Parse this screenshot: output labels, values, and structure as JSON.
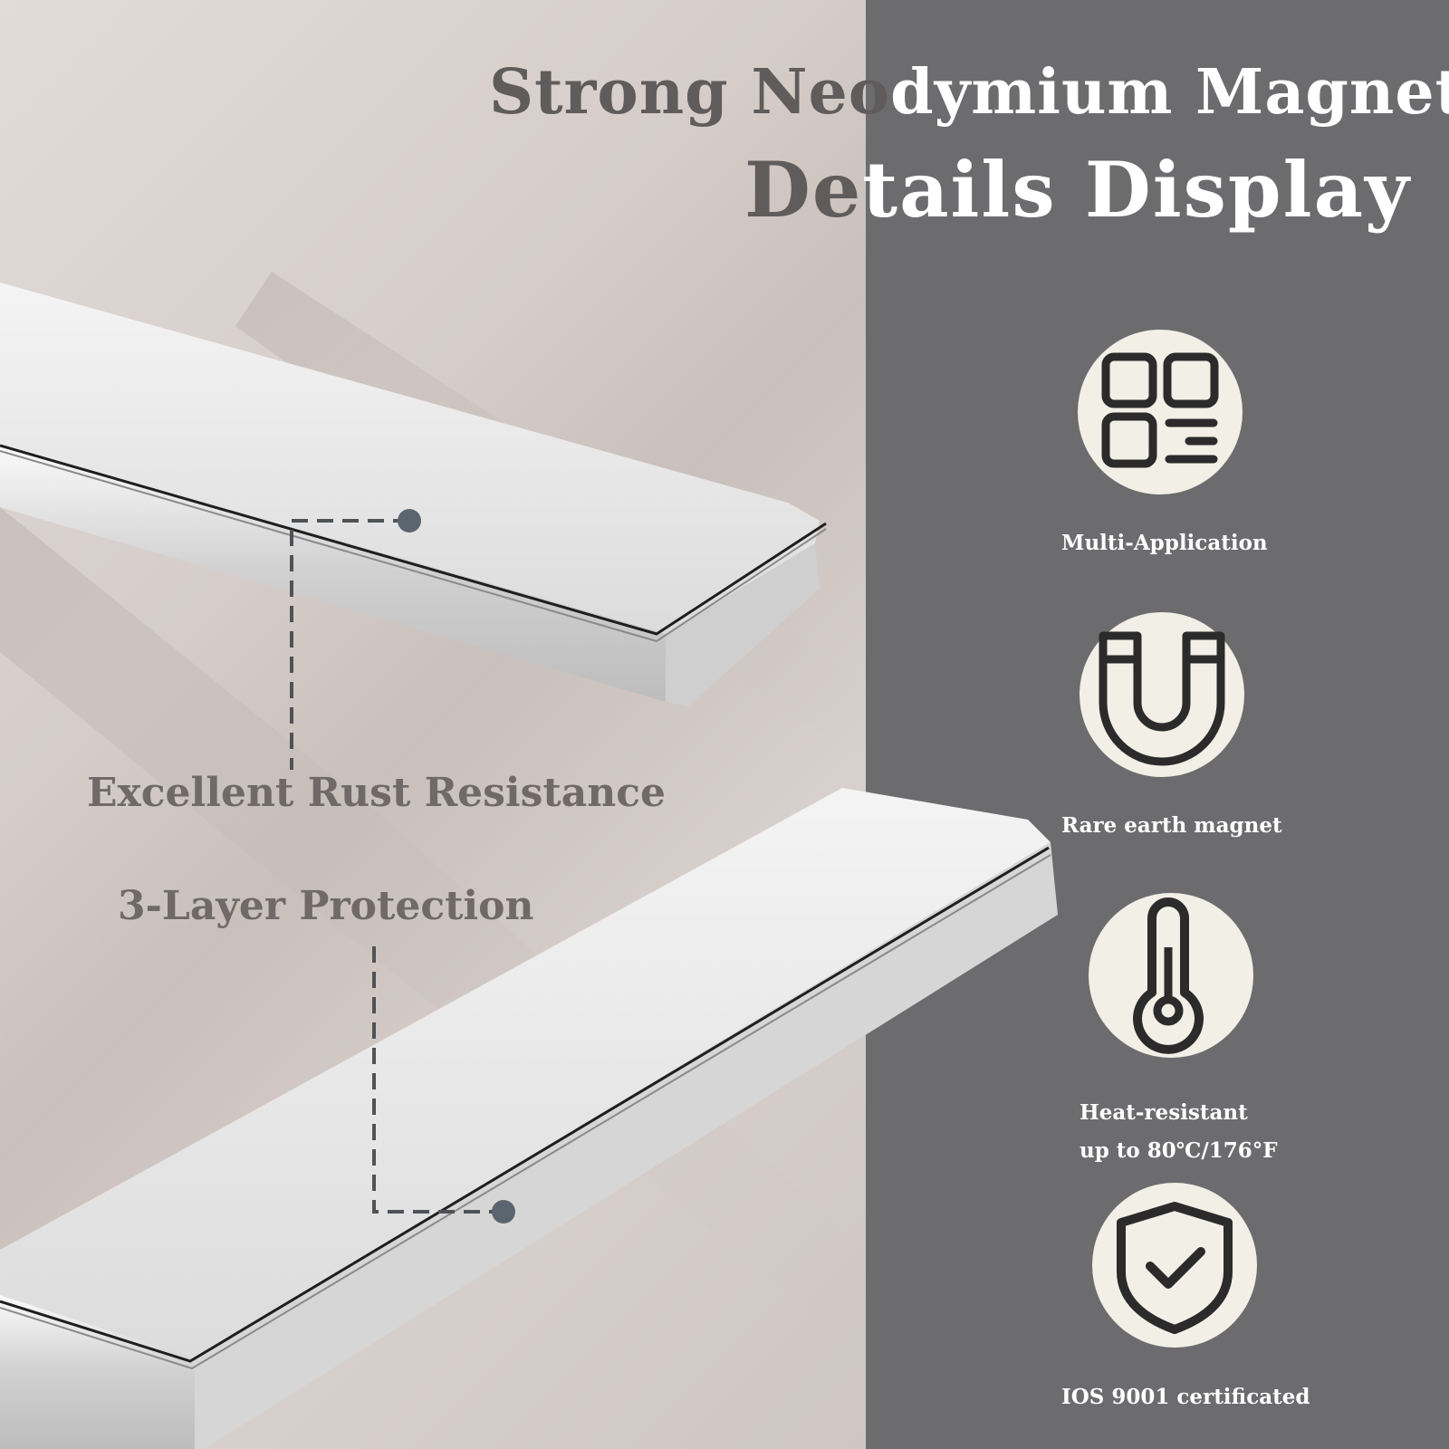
{
  "heading": {
    "line1_part1": "Strong Neo",
    "line1_part2": "dymium Magnet",
    "line2_part1": "De",
    "line2_part2": "tails Display"
  },
  "callouts": {
    "rust": "Excellent Rust Resistance",
    "protection": "3-Layer Protection"
  },
  "features": [
    {
      "label": "Multi-Application",
      "icon": "grid-apps-icon"
    },
    {
      "label": "Rare earth magnet",
      "icon": "horseshoe-magnet-icon"
    },
    {
      "label_line1": "Heat-resistant",
      "label_line2": "up to 80℃/176°F",
      "icon": "thermometer-icon"
    },
    {
      "label": "IOS 9001 certificated",
      "icon": "shield-check-icon"
    }
  ],
  "colors": {
    "left_background": "#d8cfcb",
    "right_panel": "#6c6c6e",
    "heading_dark": "#5f5c5b",
    "heading_light": "#ffffff",
    "icon_circle": "#f2efe6",
    "icon_stroke": "#2b2b2b",
    "callout_line": "#4f5358",
    "callout_dot": "#5b6570"
  }
}
